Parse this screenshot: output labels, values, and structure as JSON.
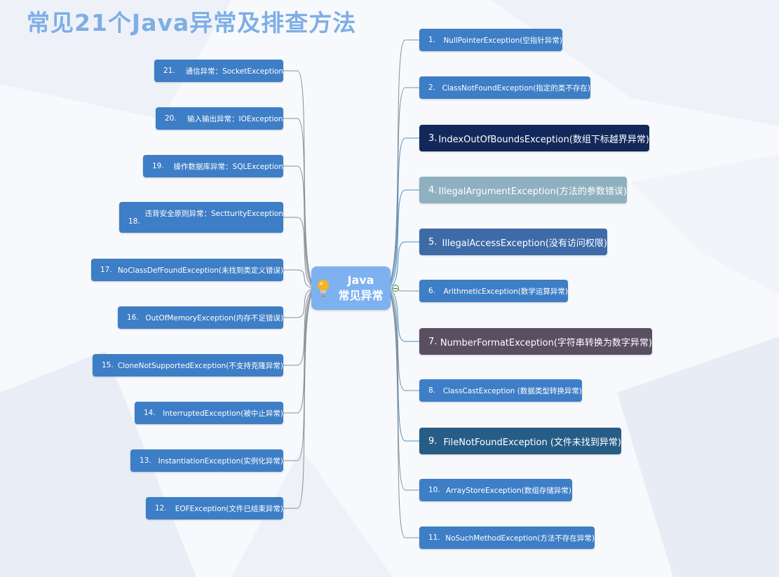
{
  "title": "常见21个Java异常及排查方法",
  "center": {
    "line1": "Java",
    "line2": "常见异常"
  },
  "colors": {
    "default": "#3d7ec6",
    "dark_navy": "#13285a",
    "gray_blue": "#8fb0bf",
    "steel": "#3e6ba8",
    "purple": "#5a4e62",
    "teal_navy": "#265d86",
    "title": "#7faee6",
    "center": "#7eb1f0"
  },
  "right_items": [
    {
      "num": "1.",
      "text": "NullPointerException(空指针异常)",
      "style": "default"
    },
    {
      "num": "2.",
      "text": "ClassNotFoundException(指定的类不存在)",
      "style": "default"
    },
    {
      "num": "3.",
      "text": "IndexOutOfBoundsException(数组下标越界异常)",
      "style": "dark_navy"
    },
    {
      "num": "4.",
      "text": "IllegalArgumentException(方法的参数错误)",
      "style": "gray_blue"
    },
    {
      "num": "5.",
      "text": "IllegalAccessException(没有访问权限)",
      "style": "steel"
    },
    {
      "num": "6.",
      "text": "ArithmeticException(数学运算异常)",
      "style": "default"
    },
    {
      "num": "7.",
      "text": "NumberFormatException(字符串转换为数字异常)",
      "style": "purple"
    },
    {
      "num": "8.",
      "text": "ClassCastException (数据类型转换异常)",
      "style": "default"
    },
    {
      "num": "9.",
      "text": "FileNotFoundException (文件未找到异常)",
      "style": "teal_navy"
    },
    {
      "num": "10.",
      "text": "ArrayStoreException(数组存储异常)",
      "style": "default"
    },
    {
      "num": "11.",
      "text": "NoSuchMethodException(方法不存在异常)",
      "style": "default"
    }
  ],
  "left_items": [
    {
      "num": "21.",
      "text": "通信异常：SocketException"
    },
    {
      "num": "20.",
      "text": "输入输出异常：IOException"
    },
    {
      "num": "19.",
      "text": "操作数据库异常：SQLException"
    },
    {
      "num": "18.",
      "text": "违背安全原则异常：SectturityException"
    },
    {
      "num": "17.",
      "text": "NoClassDefFoundException(未找到类定义错误)"
    },
    {
      "num": "16.",
      "text": "OutOfMemoryException(内存不足错误)"
    },
    {
      "num": "15.",
      "text": "CloneNotSupportedException(不支持克隆异常)"
    },
    {
      "num": "14.",
      "text": "InterruptedException(被中止异常)"
    },
    {
      "num": "13.",
      "text": "InstantiationException(实例化异常)"
    },
    {
      "num": "12.",
      "text": "EOFException(文件已结束异常)"
    }
  ]
}
